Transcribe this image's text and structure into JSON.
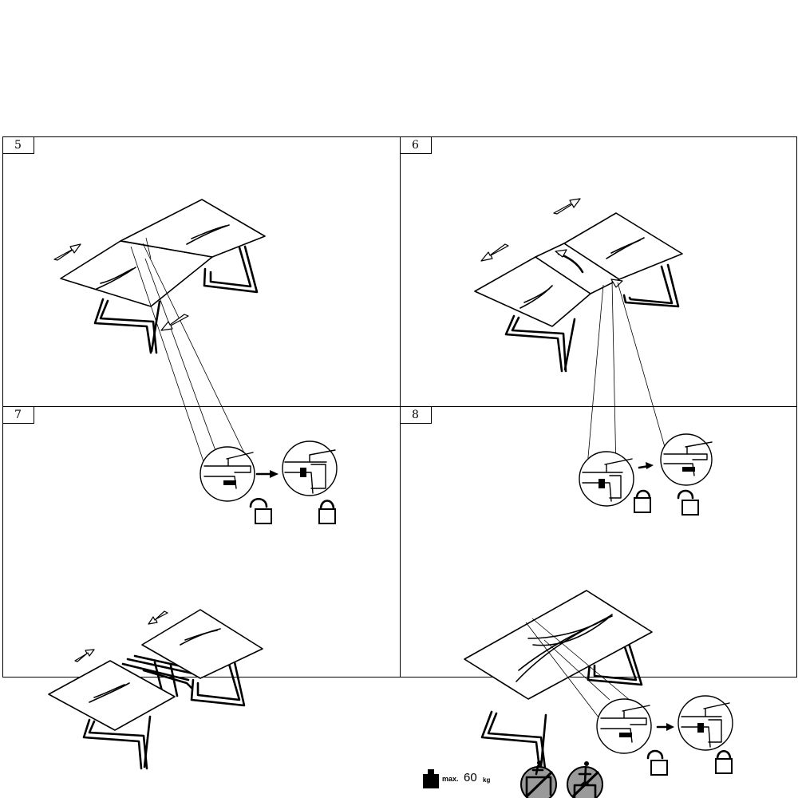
{
  "steps": [
    {
      "number": "5"
    },
    {
      "number": "6"
    },
    {
      "number": "7"
    },
    {
      "number": "8"
    }
  ],
  "load_limit": {
    "label": "max.",
    "value": "60",
    "unit": "kg"
  },
  "icons": {
    "weight": "weight-icon",
    "lock_open": "padlock-open-icon",
    "lock_closed": "padlock-closed-icon",
    "no_climb": "no-standing-on-table-icon",
    "no_sit": "no-climbing-on-table-icon"
  }
}
